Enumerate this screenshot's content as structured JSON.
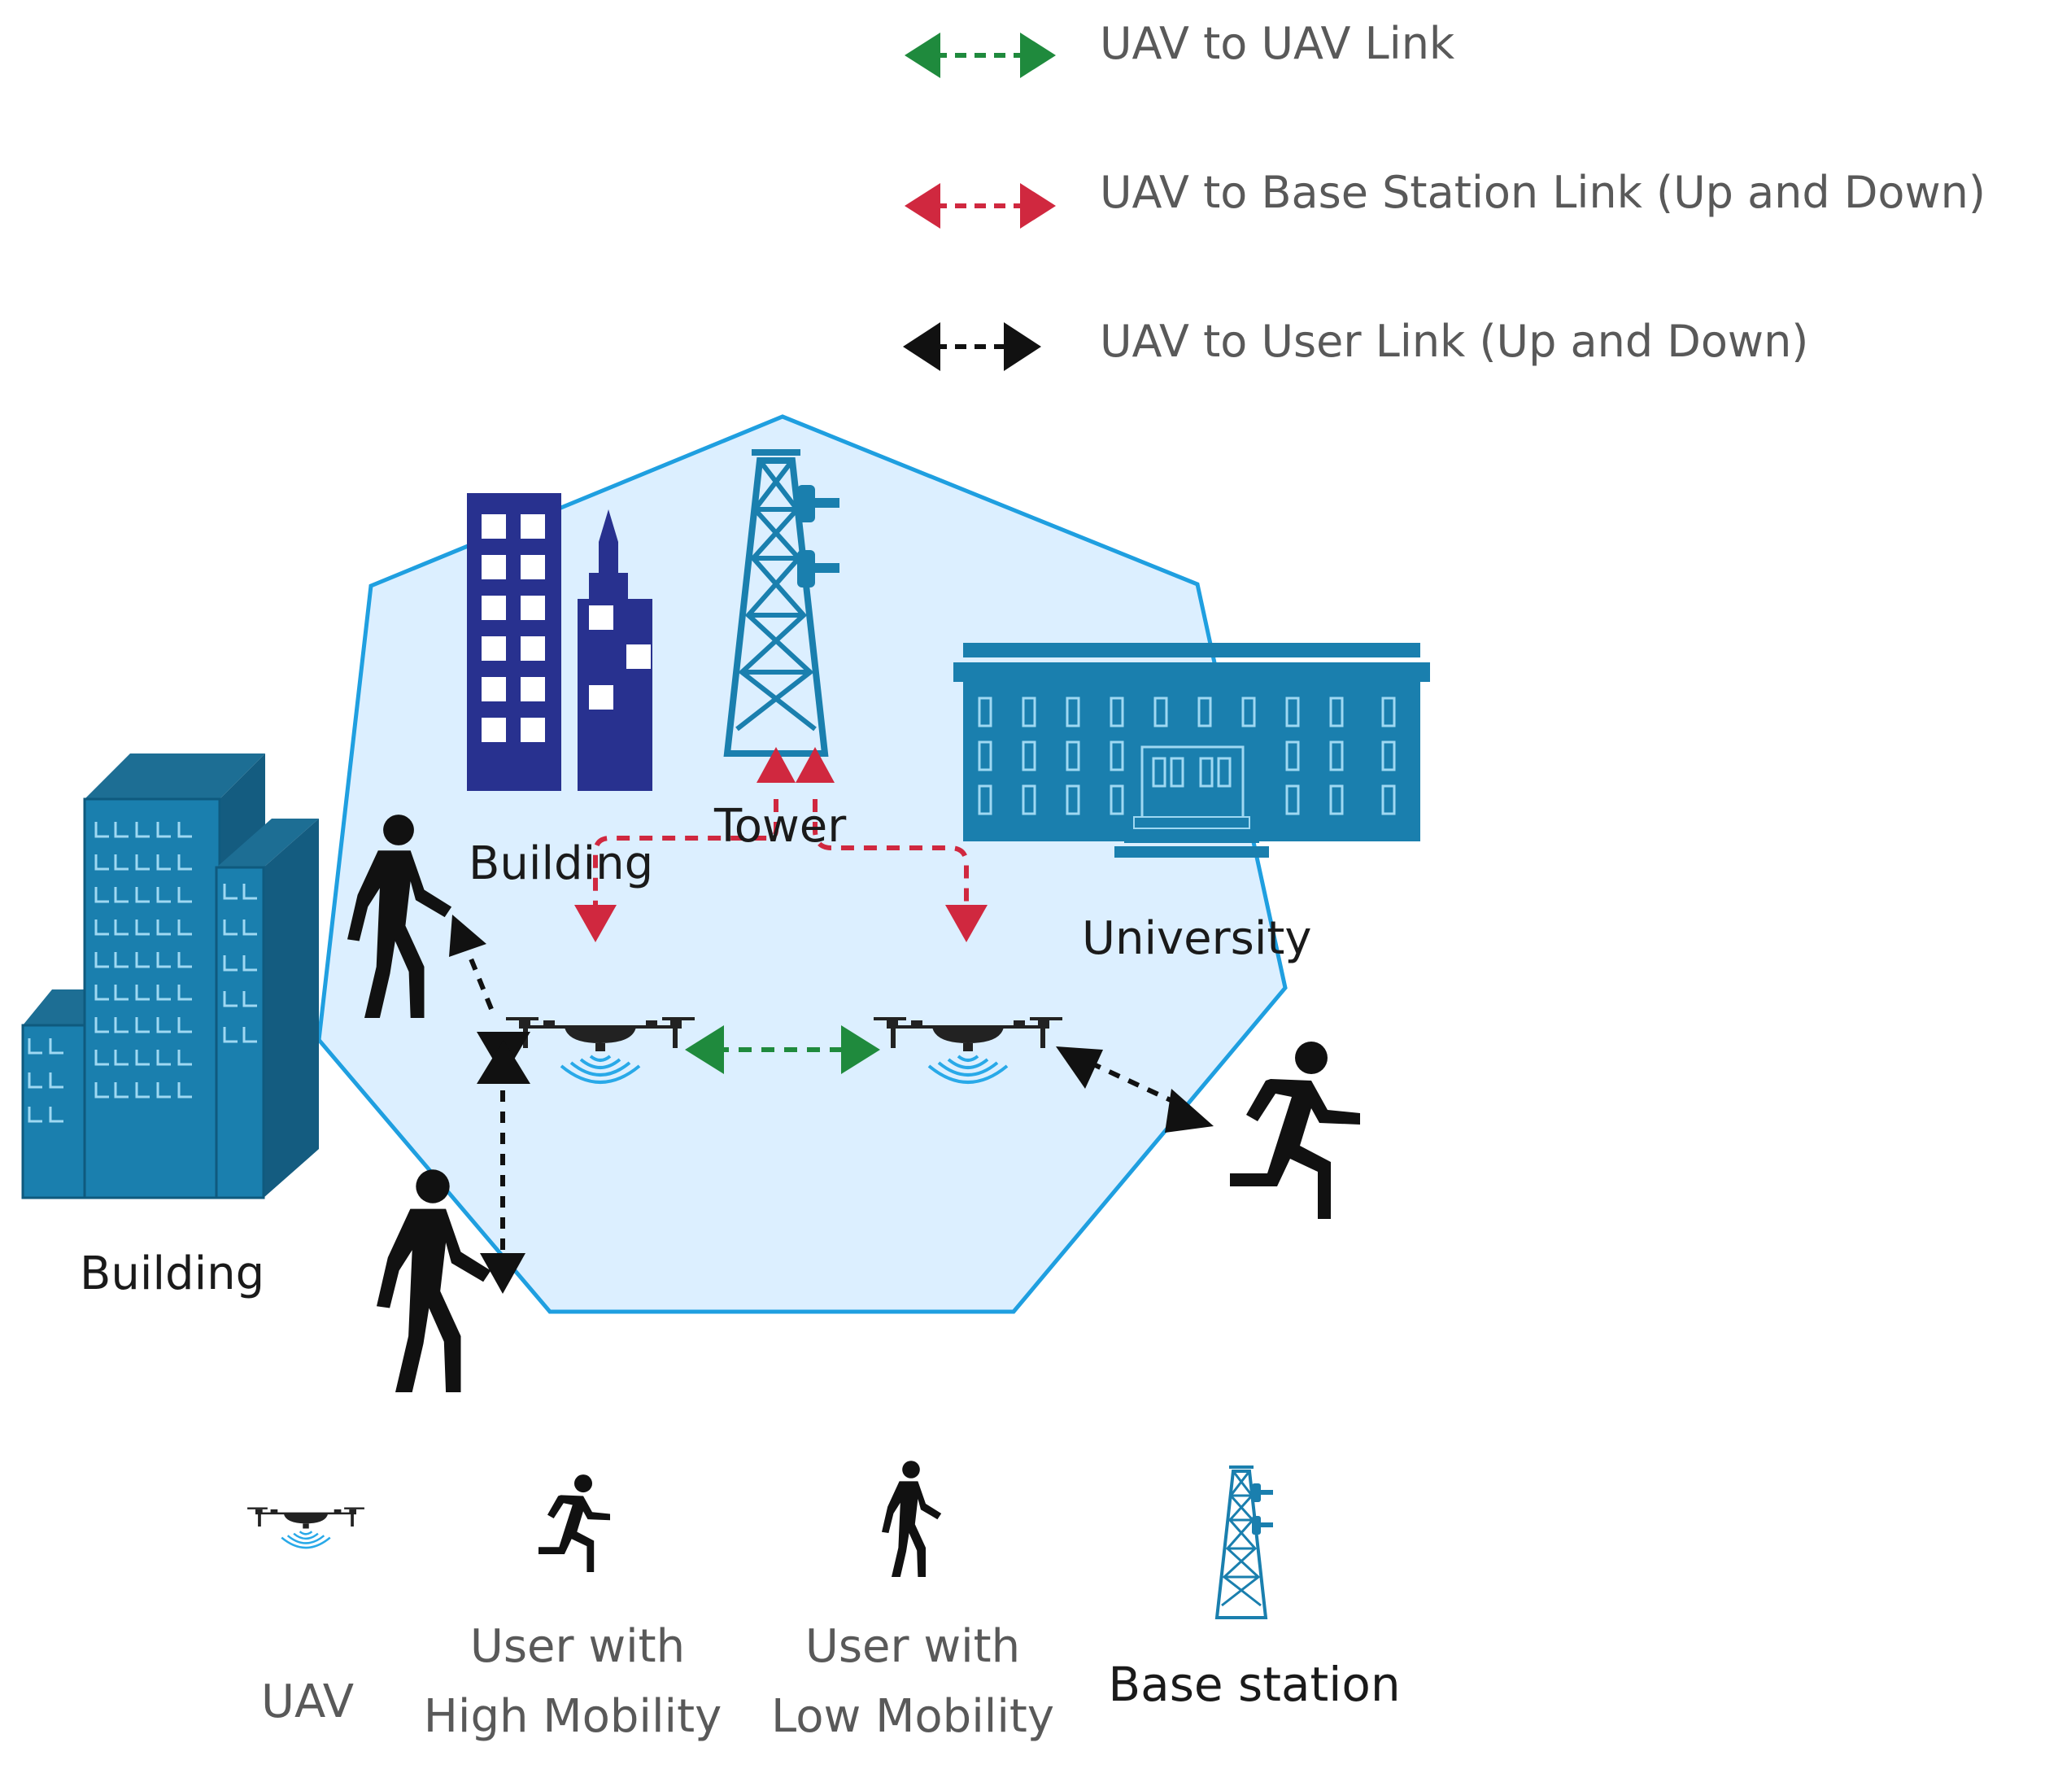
{
  "legend_links": [
    {
      "label": "UAV to UAV Link",
      "color": "#1f8a3d"
    },
    {
      "label": "UAV to Base Station Link (Up and Down)",
      "color": "#d0283f"
    },
    {
      "label": "UAV to User Link (Up and Down)",
      "color": "#111111"
    }
  ],
  "scene": {
    "labels": {
      "building_left": "Building",
      "building_center": "Building",
      "tower": "Tower",
      "university": "University"
    },
    "cell_fill": "#dcefff",
    "cell_stroke": "#1f9fe0",
    "building_color": "#1a7fae",
    "tall_building_color": "#28318f",
    "tower_color": "#1a7fae"
  },
  "legend_icons": [
    {
      "icon": "uav-icon",
      "label_lines": [
        "UAV"
      ]
    },
    {
      "icon": "high-mobility-user-icon",
      "label_lines": [
        "User with",
        "High Mobility"
      ]
    },
    {
      "icon": "low-mobility-user-icon",
      "label_lines": [
        "User with",
        "Low Mobility"
      ]
    },
    {
      "icon": "base-station-icon",
      "label_lines": [
        "Base station"
      ]
    }
  ]
}
